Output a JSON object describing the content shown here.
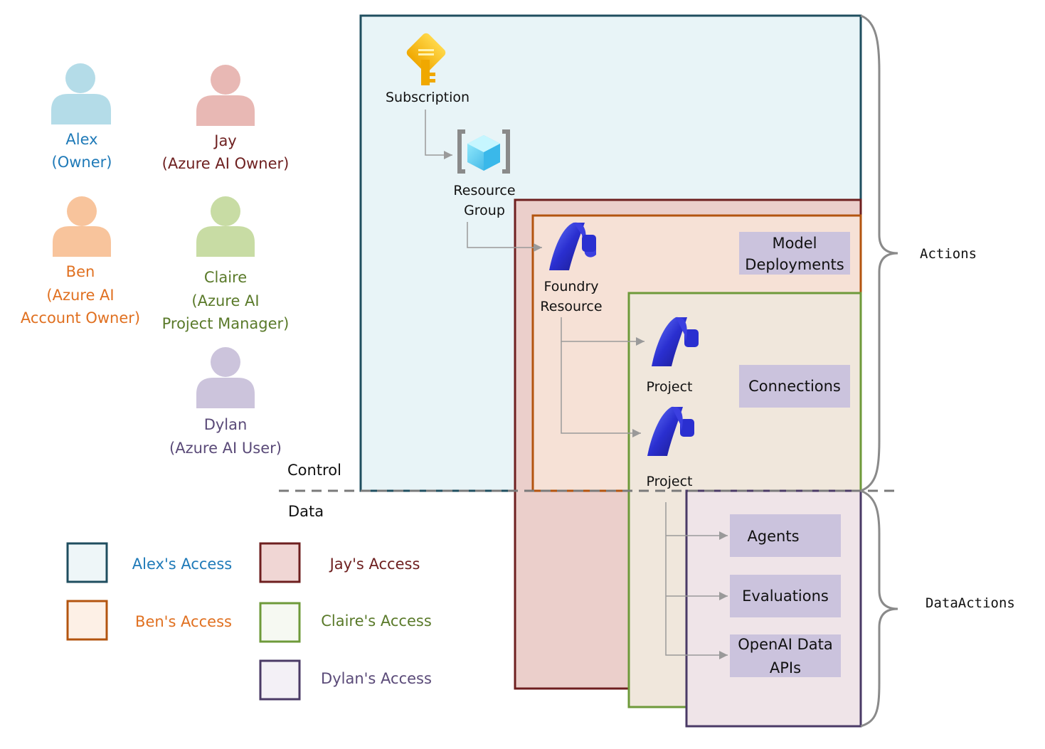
{
  "users": [
    {
      "name": "Alex",
      "role": "(Owner)",
      "color": "#b4dce8",
      "text_color": "#1f7ab8"
    },
    {
      "name": "Jay",
      "role": "(Azure AI Owner)",
      "color": "#e8b8b4",
      "text_color": "#6e2020"
    },
    {
      "name": "Ben",
      "role_lines": [
        "(Azure AI",
        "Account Owner)"
      ],
      "color": "#f8c49c",
      "text_color": "#e07020"
    },
    {
      "name": "Claire",
      "role_lines": [
        "(Azure AI",
        "Project Manager)"
      ],
      "color": "#c8dca4",
      "text_color": "#5a7a2a"
    },
    {
      "name": "Dylan",
      "role": "(Azure AI User)",
      "color": "#ccc4dc",
      "text_color": "#5a4a78"
    }
  ],
  "control_label": "Control",
  "data_label": "Data",
  "actions_label": "Actions",
  "dataactions_label": "DataActions",
  "nodes": {
    "subscription": "Subscription",
    "resource_group": [
      "Resource",
      "Group"
    ],
    "foundry_resource": [
      "Foundry",
      "Resource"
    ],
    "project_1": "Project",
    "project_2": "Project"
  },
  "feature_boxes": {
    "model_deployments": [
      "Model",
      "Deployments"
    ],
    "connections": "Connections",
    "agents": "Agents",
    "evaluations": "Evaluations",
    "openai_data_apis": [
      "OpenAI Data",
      "APIs"
    ]
  },
  "legend": [
    {
      "label": "Alex's Access",
      "border": "#1f4e5f",
      "fill": "#eef6f8",
      "text_color": "#1f7ab8"
    },
    {
      "label": "Jay's Access",
      "border": "#6e1f1f",
      "fill": "#f0d6d4",
      "text_color": "#6e2020"
    },
    {
      "label": "Ben's Access",
      "border": "#b3540f",
      "fill": "#fdf0e6",
      "text_color": "#e07020"
    },
    {
      "label": "Claire's Access",
      "border": "#6e9a3a",
      "fill": "#f6f9f2",
      "text_color": "#5a7a2a"
    },
    {
      "label": "Dylan's Access",
      "border": "#4a3a66",
      "fill": "#f3f0f6",
      "text_color": "#5a4a78"
    }
  ],
  "colors": {
    "alex_zone": "#e8f4f7",
    "jay_zone": "#ebcfcb",
    "ben_zone": "#f6e1d6",
    "claire_zone": "#f0e7dc",
    "dylan_zone": "#efe4e8",
    "feature_box": "#cbc3dd"
  }
}
